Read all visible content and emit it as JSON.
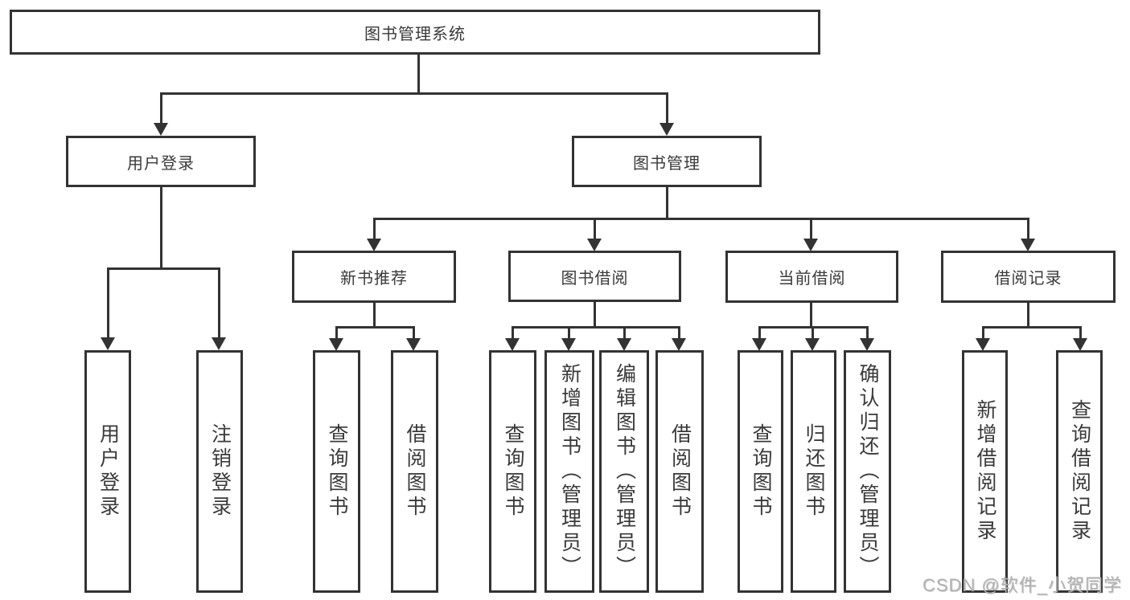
{
  "tree": {
    "label": "图书管理系统",
    "children": [
      {
        "label": "用户登录",
        "children": [
          {
            "label": "用户登录"
          },
          {
            "label": "注销登录"
          }
        ]
      },
      {
        "label": "图书管理",
        "children": [
          {
            "label": "新书推荐",
            "children": [
              {
                "label": "查询图书"
              },
              {
                "label": "借阅图书"
              }
            ]
          },
          {
            "label": "图书借阅",
            "children": [
              {
                "label": "查询图书"
              },
              {
                "label": "新增图书（管理员）"
              },
              {
                "label": "编辑图书（管理员）"
              },
              {
                "label": "借阅图书"
              }
            ]
          },
          {
            "label": "当前借阅",
            "children": [
              {
                "label": "查询图书"
              },
              {
                "label": "归还图书"
              },
              {
                "label": "确认归还（管理员）"
              }
            ]
          },
          {
            "label": "借阅记录",
            "children": [
              {
                "label": "新增借阅记录"
              },
              {
                "label": "查询借阅记录"
              }
            ]
          }
        ]
      }
    ]
  },
  "watermark": {
    "text": "CSDN @软件_小贺同学"
  },
  "colors": {
    "line": "#333333",
    "background": "#ffffff",
    "watermark": "#b2b2b2"
  }
}
